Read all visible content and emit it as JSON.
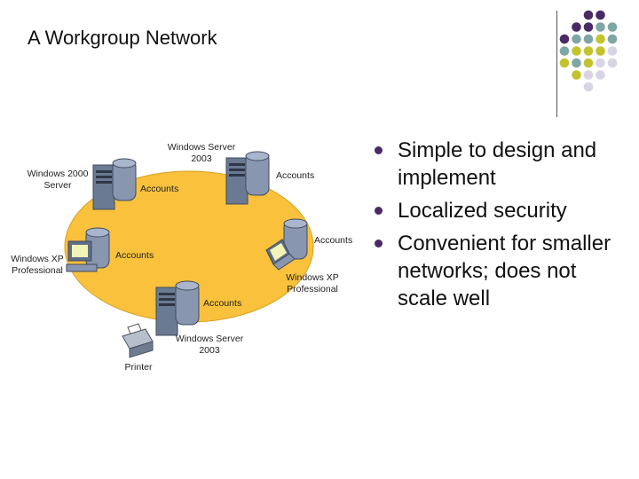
{
  "slide": {
    "title": "A Workgroup Network",
    "bullets": [
      {
        "text": "Simple to design and implement"
      },
      {
        "text": "Localized security"
      },
      {
        "text": "Convenient for smaller networks; does not scale well"
      }
    ]
  },
  "diagram": {
    "labels": {
      "server_top_line1": "Windows Server",
      "server_top_line2": "2003",
      "win2000_line1": "Windows 2000",
      "win2000_line2": "Server",
      "accounts_a": "Accounts",
      "accounts_b": "Accounts",
      "accounts_c": "Accounts",
      "accounts_d": "Accounts",
      "accounts_e": "Accounts",
      "xp_left_line1": "Windows XP",
      "xp_left_line2": "Professional",
      "xp_right_line1": "Windows XP",
      "xp_right_line2": "Professional",
      "server_bottom_line1": "Windows Server",
      "server_bottom_line2": "2003",
      "printer": "Printer"
    }
  },
  "colors": {
    "ellipse_fill": "#f9c13c",
    "ellipse_stroke": "#ffffff",
    "bullet": "#4a2a66",
    "purple": "#4a2a66",
    "teal": "#7fa6a6",
    "olive": "#c3c32f",
    "lavender": "#d8d4e6"
  }
}
